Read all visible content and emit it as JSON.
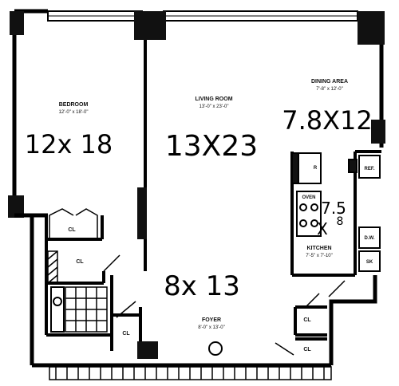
{
  "rooms": {
    "bedroom": {
      "name": "BEDROOM",
      "dim": "12'-0\" x 18'-0\""
    },
    "living_room": {
      "name": "LIVING ROOM",
      "dim": "13'-0\" x 23'-0\""
    },
    "dining_area": {
      "name": "DINING AREA",
      "dim": "7'-8\" x 12'-0\""
    },
    "kitchen": {
      "name": "KITCHEN",
      "dim": "7'-5\" x 7'-10\""
    },
    "foyer": {
      "name": "FOYER",
      "dim": "8'-0\" x 13'-0\""
    }
  },
  "fixtures": {
    "closet": "CL",
    "refrigerator": "R",
    "oven": "OVEN",
    "refrigerator2": "REF.",
    "dishwasher": "D.W.",
    "sink": "SK"
  },
  "handwritten": {
    "bedroom": "12x 18",
    "living_room": "13X23",
    "dining": "7.8X12",
    "foyer": "8x 13",
    "kitchen_a": "7.5",
    "kitchen_b": "X",
    "kitchen_c": "8"
  }
}
